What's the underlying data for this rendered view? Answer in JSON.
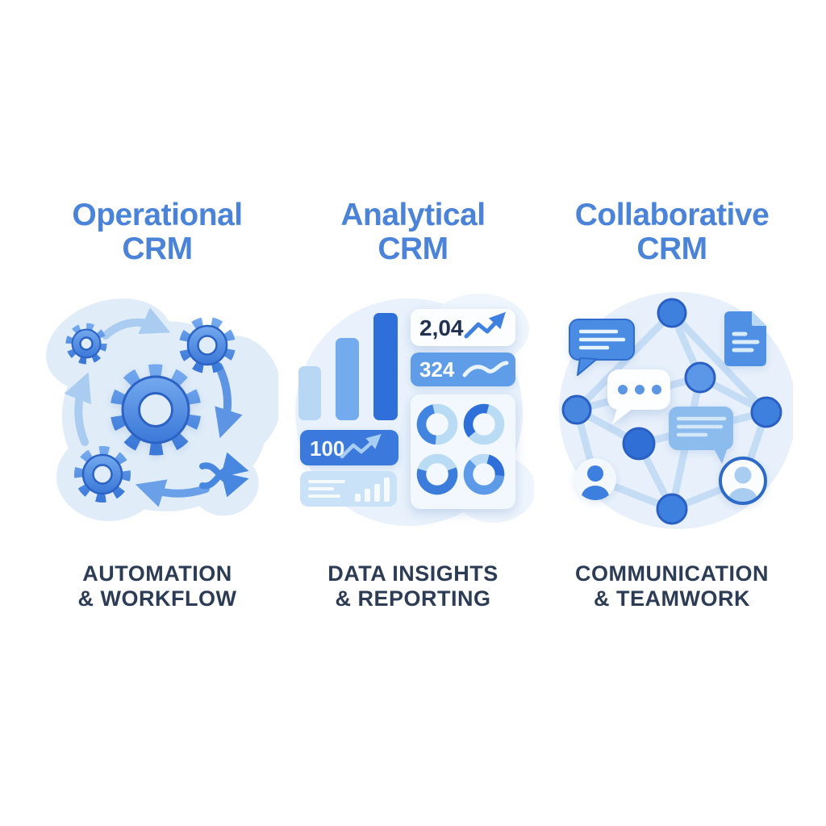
{
  "columns": [
    {
      "id": "operational-crm",
      "title": {
        "line1": "Operational",
        "line2": "CRM"
      },
      "caption": {
        "line1": "AUTOMATION",
        "line2": "& WORKFLOW"
      },
      "illustration": "gears-workflow-illustration"
    },
    {
      "id": "analytical-crm",
      "title": {
        "line1": "Analytical",
        "line2": "CRM"
      },
      "caption": {
        "line1": "DATA INSIGHTS",
        "line2": "& REPORTING"
      },
      "illustration": "charts-dashboard-illustration",
      "stats": {
        "trend_card_value": "2,04",
        "wave_card_value": "324",
        "score_card_value": "100"
      }
    },
    {
      "id": "collaborative-crm",
      "title": {
        "line1": "Collaborative",
        "line2": "CRM"
      },
      "caption": {
        "line1": "COMMUNICATION",
        "line2": "& TEAMWORK"
      },
      "illustration": "network-teamwork-illustration"
    }
  ],
  "palette": {
    "title_blue": "#4a83d7",
    "caption_navy": "#2d3c55",
    "pale_blue_bg": "#e3eefa",
    "light_blue": "#b7d7f4",
    "mid_blue": "#5d97e6",
    "primary_blue": "#3c7cdb",
    "deep_blue": "#2b62c4",
    "white": "#ffffff"
  },
  "icons": {
    "operational": [
      "gear-icon",
      "cycle-arrow-icon",
      "shuffle-icon"
    ],
    "analytical": [
      "bar-chart-icon",
      "trend-arrow-icon",
      "wave-line-icon",
      "donut-chart-icon",
      "report-card-icon"
    ],
    "collaborative": [
      "chat-bubble-icon",
      "typing-bubble-icon",
      "document-icon",
      "user-avatar-icon",
      "network-node-icon"
    ]
  }
}
